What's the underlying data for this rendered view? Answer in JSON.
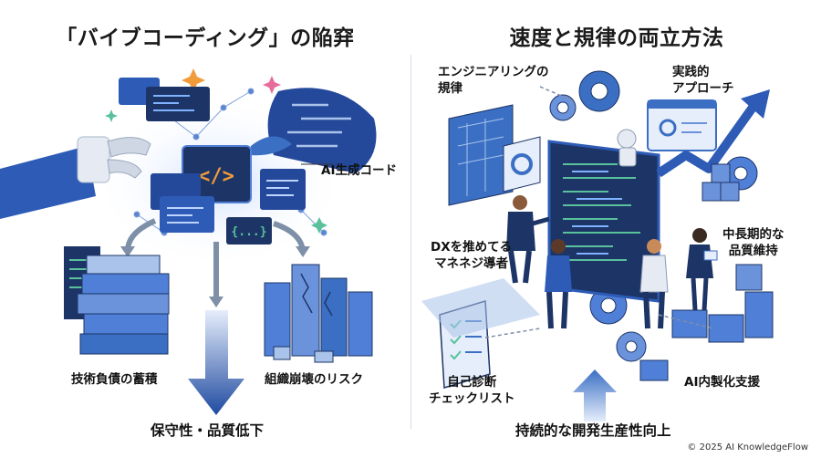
{
  "left": {
    "title": "「バイブコーディング」の陥穽",
    "labels": {
      "ai_code": "AI生成コード",
      "tech_debt": "技術負債の蓄積",
      "collapse_risk": "組織崩壊のリスク",
      "quality_decline": "保守性・品質低下"
    },
    "code_glyph": "</>",
    "braces_glyph": "{...}"
  },
  "right": {
    "title": "速度と規律の両立方法",
    "labels": {
      "eng_rules_line1": "エンジニアリングの",
      "eng_rules_line2": "規律",
      "practical_line1": "実践的",
      "practical_line2": "アプローチ",
      "dx_line1": "DXを推めてる",
      "dx_line2": "マネネジ導者",
      "longterm_line1": "中長期的な",
      "longterm_line2": "品質維持",
      "selfcheck_line1": "自己診断",
      "selfcheck_line2": "チェックリスト",
      "ai_internal": "AI内製化支援",
      "sustainable": "持続的な開発生産性向上"
    }
  },
  "copyright": "© 2025 AI KnowledgeFlow",
  "colors": {
    "primary_blue": "#3b6fc4",
    "dark_navy": "#1d3566",
    "light_blue": "#a9c3ea",
    "accent_orange": "#f29b3a",
    "accent_pink": "#e86c9a",
    "accent_green": "#59c19c"
  }
}
